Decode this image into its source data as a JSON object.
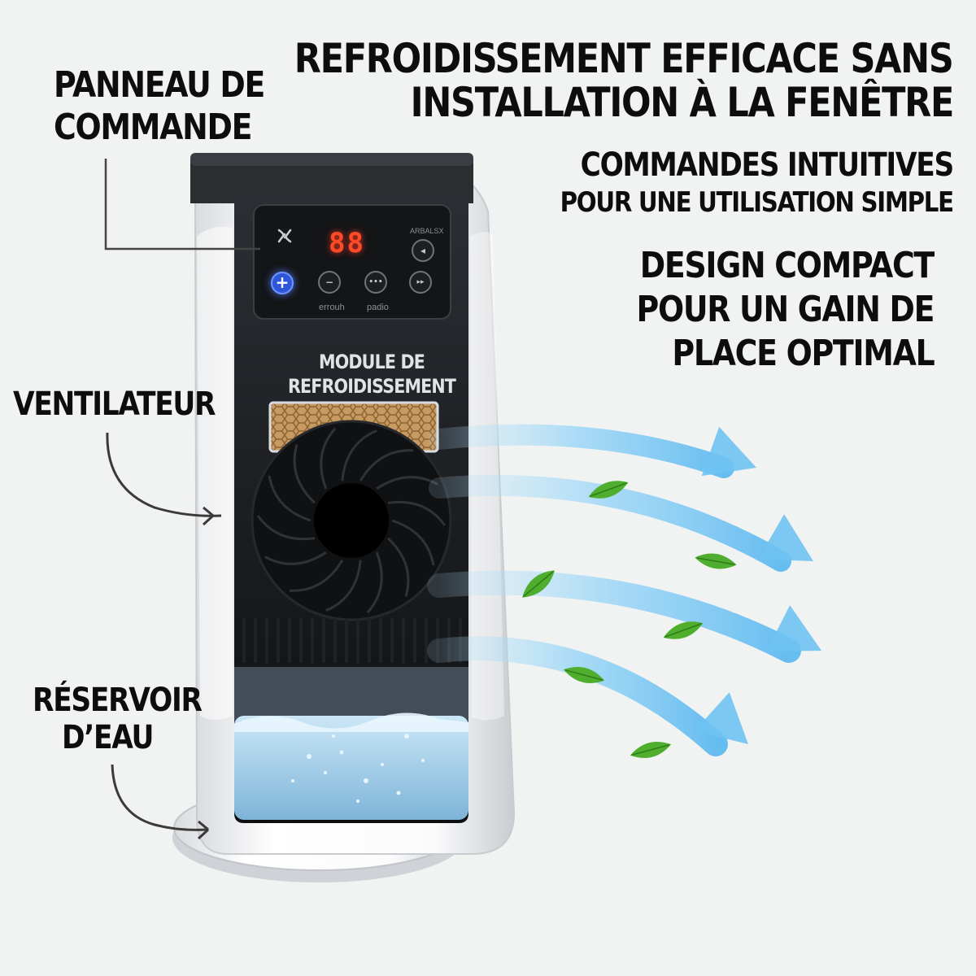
{
  "headline": {
    "line1": "REFROIDISSEMENT EFFICACE SANS",
    "line2": "INSTALLATION À LA FENÊTRE"
  },
  "features": [
    {
      "line1": "COMMANDES INTUITIVES",
      "line2": "POUR UNE UTILISATION SIMPLE"
    },
    {
      "line1": "DESIGN COMPACT",
      "line2": "POUR UN GAIN DE",
      "line3": "PLACE OPTIMAL"
    }
  ],
  "callouts": {
    "control_panel": {
      "line1": "PANNEAU DE",
      "line2": "COMMANDE"
    },
    "fan": "VENTILATEUR",
    "reservoir": {
      "line1": "RÉSERVOIR",
      "line2": "D’EAU"
    }
  },
  "device": {
    "display_value": "88",
    "brand_text": "ARBALSX",
    "button_label_left": "errouh",
    "button_label_right": "padio",
    "module_label": {
      "line1": "MODULE DE",
      "line2": "REFROIDISSEMENT"
    },
    "buttons": [
      {
        "icon": "plus-icon",
        "symbol": "+"
      },
      {
        "icon": "minus-icon",
        "symbol": "−"
      },
      {
        "icon": "mode-icon",
        "symbol": "•••"
      },
      {
        "icon": "speed-icon",
        "symbol": "▸▸"
      },
      {
        "icon": "back-icon",
        "symbol": "◂"
      }
    ]
  },
  "colors": {
    "background": "#f1f2f2",
    "device_body": "#f4f5f6",
    "device_top": "#2d2f33",
    "airflow": "#8ed0f5",
    "leaf": "#4fae2e",
    "led": "#ff4a2a",
    "water": "#a9d4ee"
  }
}
